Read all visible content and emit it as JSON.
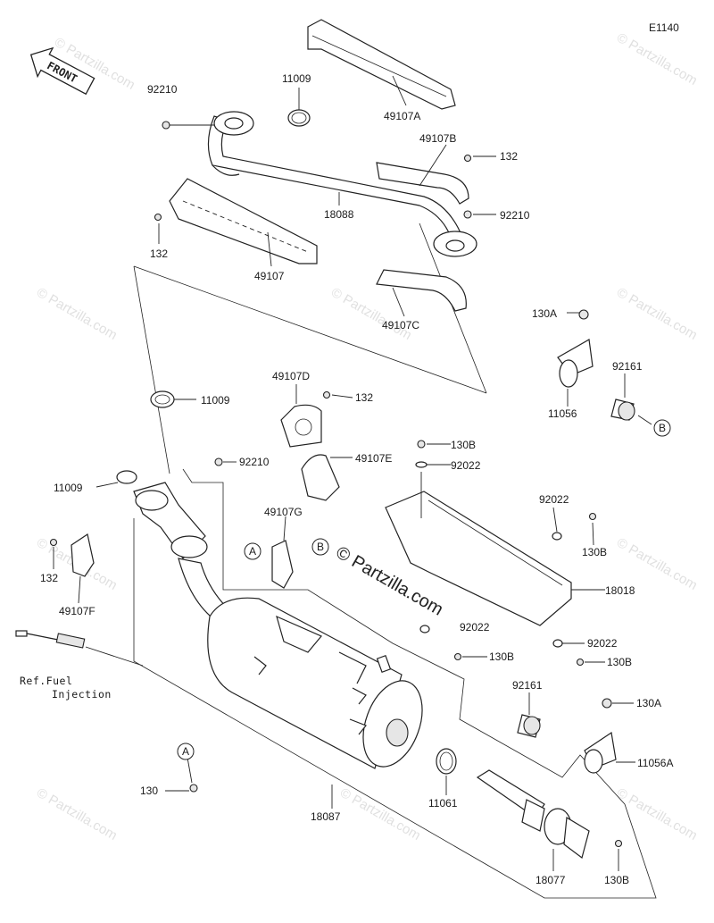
{
  "diagram_code": "E1140",
  "front_label": "FRONT",
  "ref_note_line1": "Ref.Fuel",
  "ref_note_line2": "Injection",
  "watermark": "© Partzilla.com",
  "watermark_center": "© Partzilla.com",
  "callouts": {
    "a_top": "A",
    "a_bottom": "A",
    "b_center": "B",
    "b_right": "B"
  },
  "part_labels": [
    "92210",
    "11009",
    "49107A",
    "49107B",
    "132",
    "92210",
    "18088",
    "132",
    "49107",
    "49107C",
    "130A",
    "92161",
    "11056",
    "49107D",
    "132",
    "11009",
    "92210",
    "49107E",
    "130B",
    "92022",
    "11009",
    "49107G",
    "92022",
    "130B",
    "132",
    "18018",
    "49107F",
    "92022",
    "92022",
    "130B",
    "130B",
    "92161",
    "130A",
    "11056A",
    "130",
    "11061",
    "18087",
    "18077",
    "130B"
  ]
}
